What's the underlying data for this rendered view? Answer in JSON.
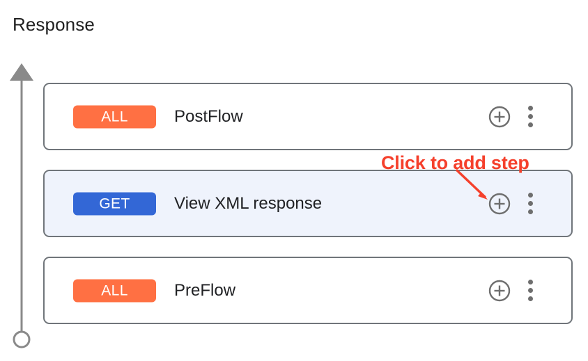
{
  "header": {
    "title": "Response"
  },
  "flow_axis": {
    "direction_icon": "arrow-up-icon",
    "endpoint_icon": "circle-outline-icon",
    "line_color": "#8a8a8a"
  },
  "colors": {
    "badge_all": "#ff7043",
    "badge_get": "#3367d6",
    "selected_row_background": "#eff3fc",
    "card_border": "#70757a",
    "annotation_red": "#f5402c",
    "icon_gray": "#6e6e6e"
  },
  "steps": [
    {
      "verb": "ALL",
      "verb_style": "all",
      "label": "PostFlow",
      "selected": false,
      "add_icon": "plus-circle-icon",
      "menu_icon": "more-vertical-icon"
    },
    {
      "verb": "GET",
      "verb_style": "get",
      "label": "View XML response",
      "selected": true,
      "add_icon": "plus-circle-icon",
      "menu_icon": "more-vertical-icon"
    },
    {
      "verb": "ALL",
      "verb_style": "all",
      "label": "PreFlow",
      "selected": false,
      "add_icon": "plus-circle-icon",
      "menu_icon": "more-vertical-icon"
    }
  ],
  "annotation": {
    "text": "Click to add step",
    "pointer_icon": "arrow-pointer-line"
  }
}
